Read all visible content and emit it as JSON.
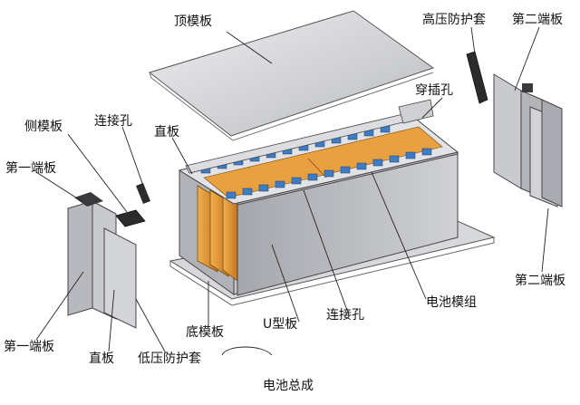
{
  "labels": {
    "top_plate": "顶模板",
    "hv_sleeve": "高压防护套",
    "second_end_plate_top": "第二端板",
    "through_hole": "穿插孔",
    "side_plate": "侧模板",
    "connect_hole_top": "连接孔",
    "straight_plate_top": "直板",
    "first_end_plate_top": "第一端板",
    "second_end_plate_bottom": "第二端板",
    "battery_module": "电池模组",
    "bottom_plate": "底模板",
    "u_plate": "U型板",
    "connect_hole_bottom": "连接孔",
    "first_end_plate_bottom": "第一端板",
    "straight_plate_bottom": "直板",
    "lv_sleeve": "低压防护套",
    "battery_assembly": "电池总成"
  },
  "colors": {
    "cell_orange": "#e8a040",
    "cell_dark_orange": "#c87a22",
    "metal_light": "#d9dadd",
    "metal_mid": "#b5b6bb",
    "metal_dark": "#8e9096",
    "terminal_blue": "#3f7cc4",
    "leader_line": "#222222"
  }
}
